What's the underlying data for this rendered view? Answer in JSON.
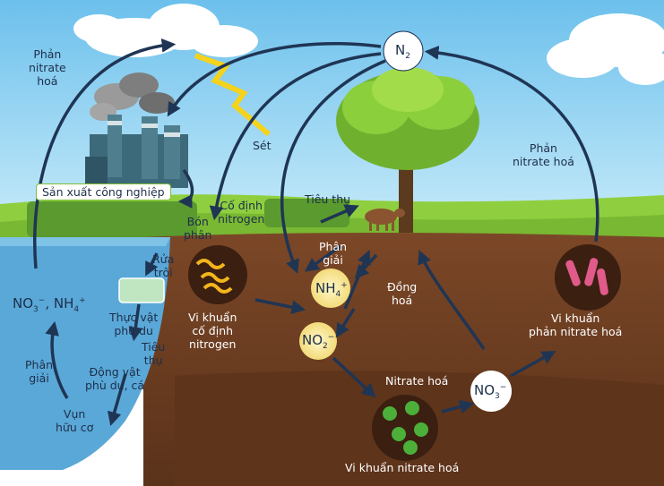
{
  "sky_top": "#7ec8ee",
  "sky_bottom": "#c9ecf9",
  "grass": "#8fcf3f",
  "soil": [
    "#6e3f22",
    "#5b341c",
    "#7a4a2a"
  ],
  "water": "#5aa8d8",
  "arrow_color": "#1f3554",
  "labels": {
    "phan_nitrate_left": "Phản\nnitrate\nhoá",
    "set": "Sét",
    "san_xuat": "Sản xuất công nghiệp",
    "co_dinh": "Cố định\nnitrogen",
    "bon_phan": "Bón\nphân",
    "tieu_thu_top": "Tiêu thụ",
    "phan_giai_mid": "Phân\ngiải",
    "rua_troi": "Rửa\ntrôi",
    "dong_hoa": "Đồng\nhoá",
    "phan_nitrate_right": "Phản\nnitrate hoá",
    "vk_co_dinh": "Vi khuẩn\ncố định\nnitrogen",
    "thuc_vat": "Thực vật\nphù du",
    "tieu_thu_lake": "Tiêu\nthụ",
    "dong_vat": "Động vật\nphù du, cá",
    "phan_giai_left": "Phân\ngiải",
    "vun": "Vụn\nhữu cơ",
    "nitrate_hoa": "Nitrate hoá",
    "vk_nitrate_hoa": "Vi khuẩn nitrate hoá",
    "vk_phan_nitrate": "Vi khuẩn\nphản nitrate hoá"
  },
  "chem": {
    "n2": "N",
    "n2_sub": "2",
    "nh4": "NH",
    "nh4_sub": "4",
    "nh4_sup": "+",
    "no2": "NO",
    "no2_sub": "2",
    "no2_sup": "−",
    "no3": "NO",
    "no3_sub": "3",
    "no3_sup": "−",
    "lake_no3": "NO",
    "lake_no3_sub": "3",
    "lake_no3_sup": "−",
    "lake_sep": ", NH",
    "lake_nh4_sub": "4",
    "lake_nh4_sup": "+"
  }
}
